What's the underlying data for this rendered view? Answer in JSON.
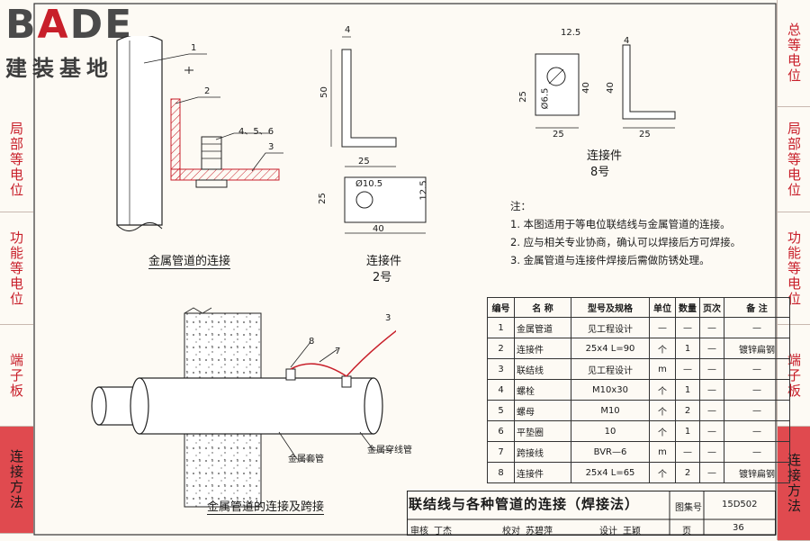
{
  "logo": {
    "brand_b": "B",
    "brand_a": "A",
    "brand_rest": "DE",
    "subtitle": "建装基地"
  },
  "left_tabs": [
    {
      "label": "局部等电位"
    },
    {
      "label": "功能等电位"
    },
    {
      "label": "端子板"
    },
    {
      "label": "连接方法",
      "active": true
    }
  ],
  "right_nav": [
    {
      "label": "总等电位"
    },
    {
      "label": "局部等电位"
    },
    {
      "label": "功能等电位"
    },
    {
      "label": "端子板"
    },
    {
      "label": "连接方法",
      "active": true
    }
  ],
  "diagram1": {
    "caption": "金属管道的连接",
    "callouts": [
      "1",
      "2",
      "4、5、6",
      "3"
    ]
  },
  "part2": {
    "caption": "连接件",
    "number": "2号",
    "dims": {
      "thk": "4",
      "height": "50",
      "width_top": "25",
      "width_bottom": "40",
      "side": "25",
      "hole": "Ø10.5",
      "offset": "12.5"
    }
  },
  "part8": {
    "caption": "连接件",
    "number": "8号",
    "dims": {
      "top": "12.5",
      "thk": "4",
      "left": "25",
      "hole": "Ø6.5",
      "h1": "40",
      "h2": "40",
      "bottom1": "25",
      "bottom2": "25"
    }
  },
  "notes": {
    "heading": "注：",
    "items": [
      "1. 本图适用于等电位联结线与金属管道的连接。",
      "2. 应与相关专业协商，确认可以焊接后方可焊接。",
      "3. 金属管道与连接件焊接后需做防锈处理。"
    ]
  },
  "diagram3": {
    "caption": "金属管道的连接及跨接",
    "callouts": [
      "8",
      "7",
      "3"
    ],
    "labels": {
      "sleeve": "金属套管",
      "pipe": "金属穿线管"
    }
  },
  "parts_table": {
    "headers": [
      "编号",
      "名 称",
      "型号及规格",
      "单位",
      "数量",
      "页次",
      "备 注"
    ],
    "rows": [
      [
        "1",
        "金属管道",
        "见工程设计",
        "—",
        "—",
        "—",
        "—"
      ],
      [
        "2",
        "连接件",
        "25x4   L=90",
        "个",
        "1",
        "—",
        "镀锌扁钢"
      ],
      [
        "3",
        "联结线",
        "见工程设计",
        "m",
        "—",
        "—",
        "—"
      ],
      [
        "4",
        "螺栓",
        "M10x30",
        "个",
        "1",
        "—",
        "—"
      ],
      [
        "5",
        "螺母",
        "M10",
        "个",
        "2",
        "—",
        "—"
      ],
      [
        "6",
        "平垫圈",
        "10",
        "个",
        "1",
        "—",
        "—"
      ],
      [
        "7",
        "跨接线",
        "BVR—6",
        "m",
        "—",
        "—",
        "—"
      ],
      [
        "8",
        "连接件",
        "25x4   L=65",
        "个",
        "2",
        "—",
        "镀锌扁钢"
      ]
    ]
  },
  "title_block": {
    "title": "联结线与各种管道的连接（焊接法）",
    "atlas_label": "图集号",
    "atlas_no": "15D502",
    "review_label": "审核",
    "reviewer": "丁杰",
    "check_label": "校对",
    "checker": "苏碧萍",
    "design_label": "设计",
    "designer": "王颖",
    "page_label": "页",
    "page_no": "36"
  }
}
